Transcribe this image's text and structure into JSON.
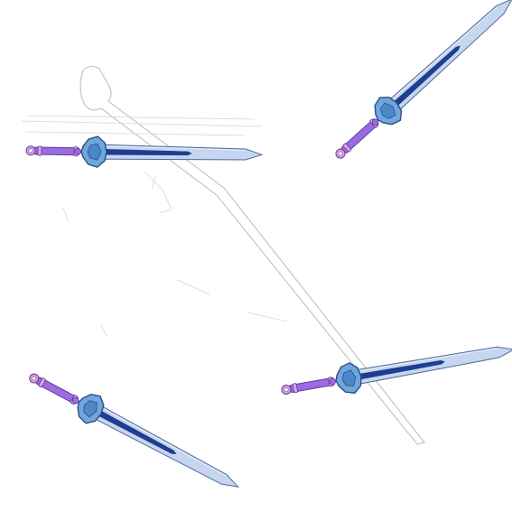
{
  "scene": {
    "background": "#ffffff",
    "asset_type": "sword sprite sheet"
  },
  "colors": {
    "blade_fill": "#c5d6ee",
    "blade_edge": "#4d6a9a",
    "fuller": "#1f3e92",
    "guard_fill": "#6fa6de",
    "guard_stroke": "#2a4f80",
    "gem": "#4c87c8",
    "grip": "#9b6ce0",
    "grip_stroke": "#5c3aa8",
    "pommel": "#d9a3e8",
    "pommel_stroke": "#6a3a8a",
    "sketch_line": "#c4c4c4"
  },
  "sprites": [
    {
      "id": "sword-top-left",
      "icon": "sword-icon",
      "variant": "horizontal"
    },
    {
      "id": "sword-top-right",
      "icon": "sword-icon",
      "variant": "diagonal-up"
    },
    {
      "id": "sword-bottom-left",
      "icon": "sword-icon",
      "variant": "diagonal-down"
    },
    {
      "id": "sword-bottom-right",
      "icon": "sword-icon",
      "variant": "slight-up"
    }
  ]
}
